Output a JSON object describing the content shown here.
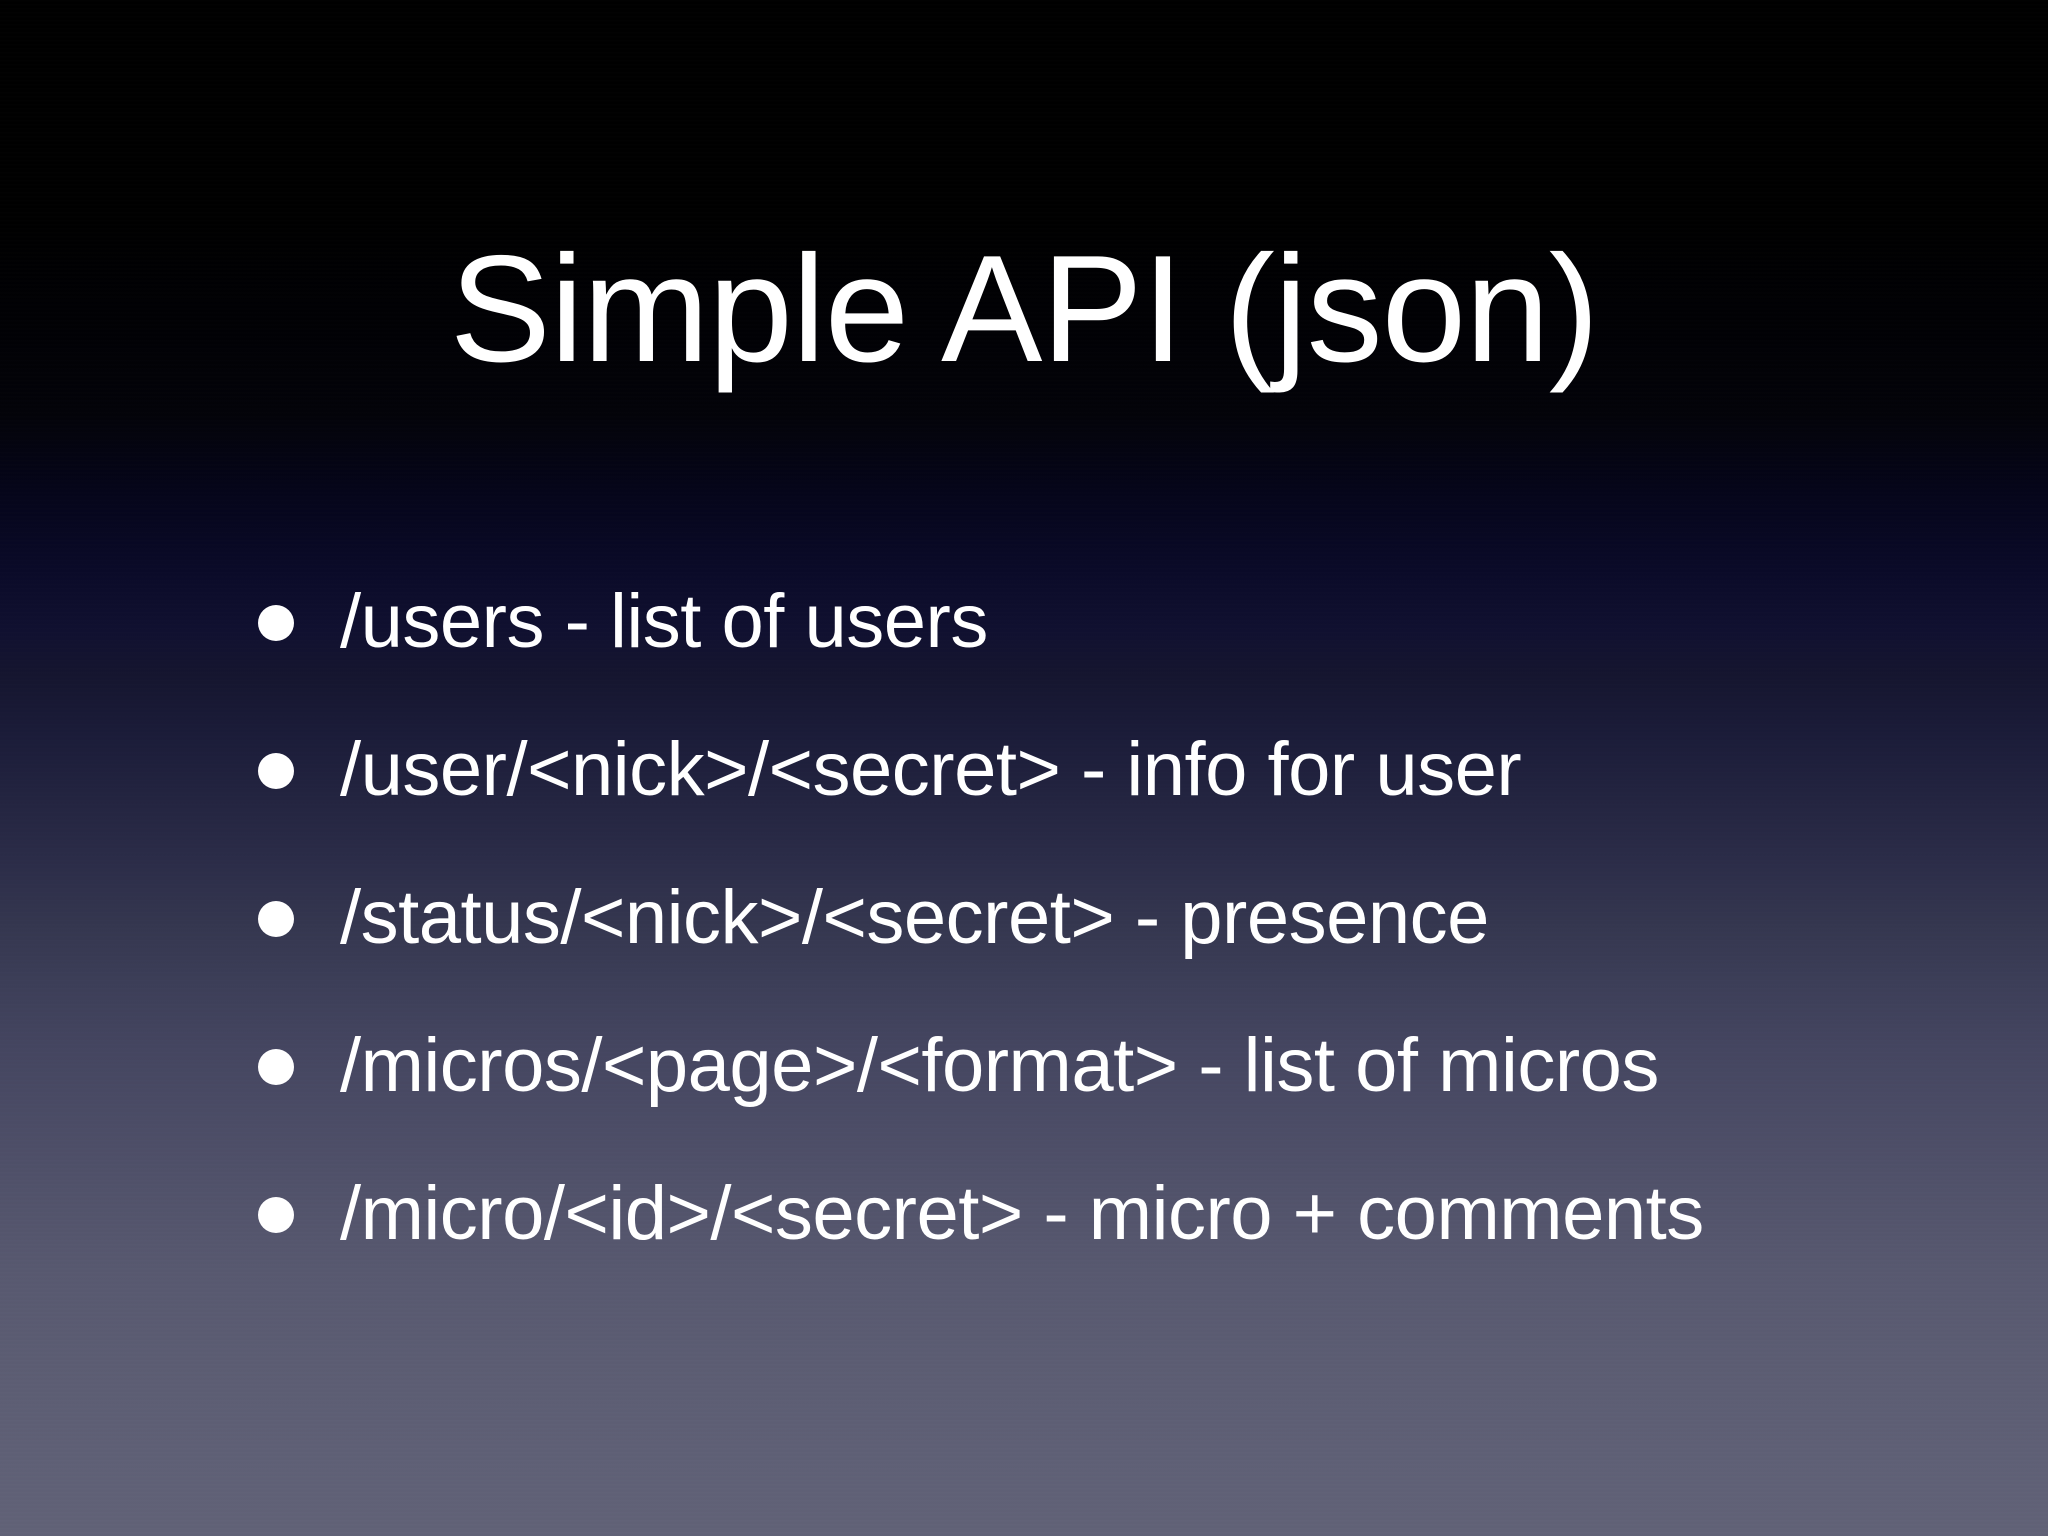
{
  "slide": {
    "title": "Simple API (json)",
    "background": {
      "top_color": "#000000",
      "mid_color": "#15152f",
      "bottom_color": "#616277",
      "text_color": "#ffffff",
      "bullet_color": "#ffffff"
    },
    "bullets": [
      {
        "marker": "bullet-dot-icon",
        "text": "/users - list of users"
      },
      {
        "marker": "bullet-dot-icon",
        "text": "/user/<nick>/<secret> - info for user"
      },
      {
        "marker": "bullet-dot-icon",
        "text": "/status/<nick>/<secret> - presence"
      },
      {
        "marker": "bullet-dot-icon",
        "text": "/micros/<page>/<format> - list of micros"
      },
      {
        "marker": "bullet-dot-icon",
        "text": "/micro/<id>/<secret> - micro + comments"
      }
    ]
  }
}
